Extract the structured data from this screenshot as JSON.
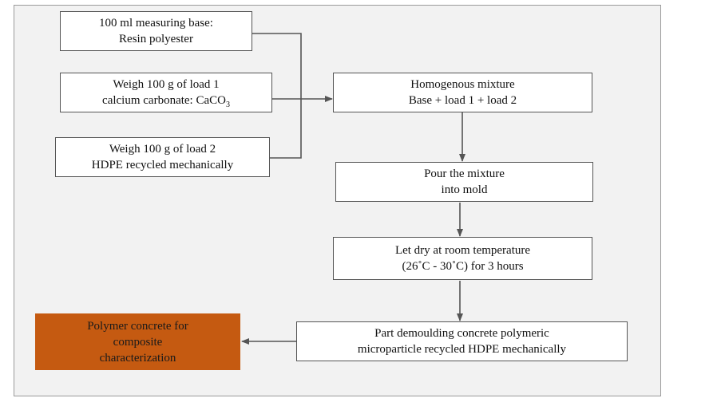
{
  "boxes": {
    "base": {
      "line1": "100 ml measuring base:",
      "line2": "Resin polyester"
    },
    "load1": {
      "line1": "Weigh 100 g of load 1",
      "line2_text": "calcium carbonate: CaCO",
      "line2_sub": "3"
    },
    "load2": {
      "line1": "Weigh 100 g of load 2",
      "line2": "HDPE recycled mechanically"
    },
    "mixture": {
      "line1": "Homogenous mixture",
      "line2": "Base + load 1 + load 2"
    },
    "pour": {
      "line1": "Pour the mixture",
      "line2": "into mold"
    },
    "dry": {
      "line1": "Let dry at room temperature",
      "line2": "(26˚C - 30˚C) for 3 hours"
    },
    "demould": {
      "line1": "Part demoulding concrete polymeric",
      "line2": "microparticle recycled HDPE mechanically"
    },
    "result": {
      "line1": "Polymer concrete for",
      "line2": "composite",
      "line3": "characterization"
    }
  },
  "colors": {
    "result_fill": "#c55a11",
    "frame_fill": "#f2f2f2",
    "connector": "#555555"
  }
}
